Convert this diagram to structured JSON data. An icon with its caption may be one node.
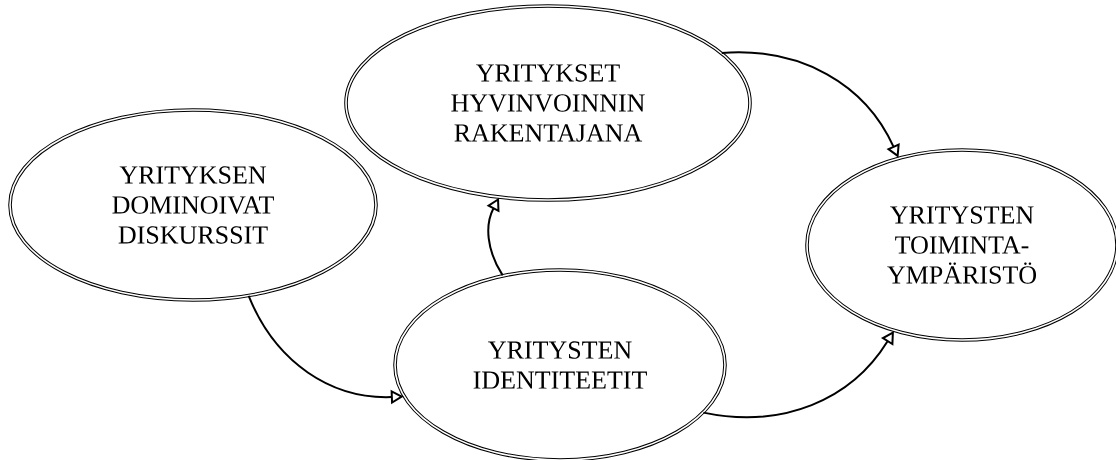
{
  "diagram": {
    "nodes": [
      {
        "text": [
          "YRITYKSEN DOMINOIVAT DISKURSSIT"
        ]
      },
      {
        "text": [
          "YRITYKSET HYVINVOINNIN RAKENTAJANA"
        ]
      },
      {
        "text": [
          "YRITYSTEN IDENTITEETIT"
        ]
      },
      {
        "text": [
          "YRITYSTEN TOIMINTA- YMPÄRISTÖ"
        ]
      }
    ],
    "edges": [
      {
        "from": 0,
        "to": 2,
        "arrow": "to"
      },
      {
        "from": 2,
        "to": 1,
        "arrow": "to"
      },
      {
        "from": 1,
        "to": 3,
        "arrow": "to"
      },
      {
        "from": 2,
        "to": 3,
        "arrow": "to"
      }
    ]
  }
}
